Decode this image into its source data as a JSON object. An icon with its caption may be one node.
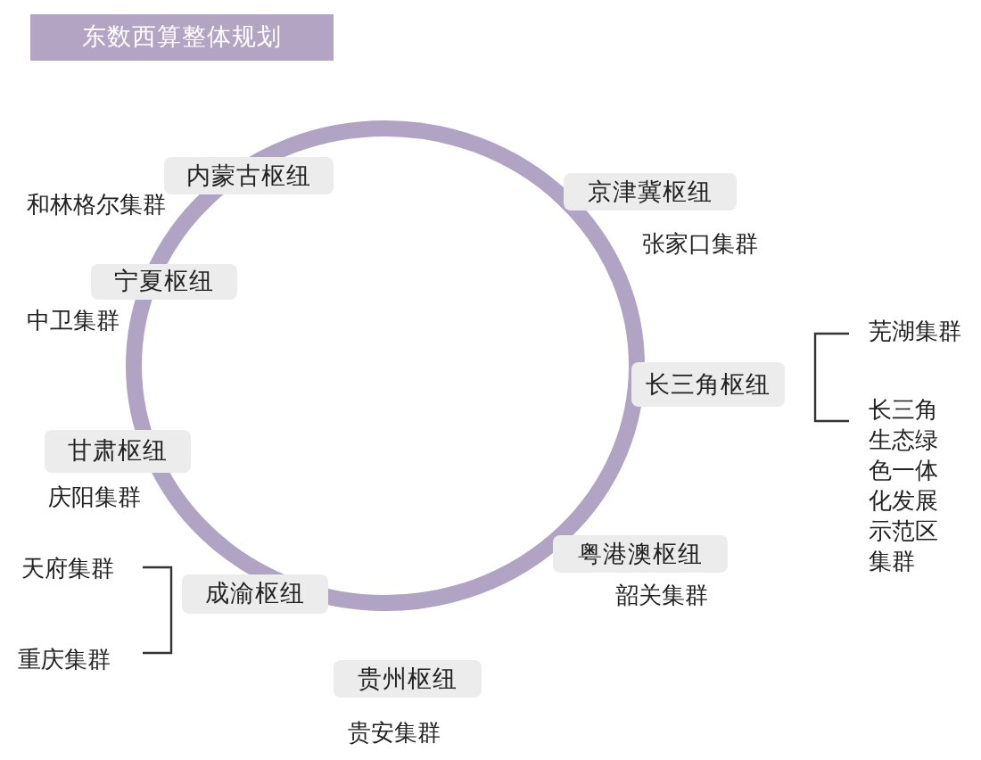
{
  "diagram": {
    "title": "东数西算整体规划",
    "nodes": [
      {
        "text": [
          "内蒙古枢纽"
        ],
        "beside": [
          "和林格尔集群"
        ]
      },
      {
        "text": [
          "京津冀枢纽"
        ],
        "beside": [
          "张家口集群"
        ]
      },
      {
        "text": [
          "宁夏枢纽"
        ],
        "beside": [
          "中卫集群"
        ]
      },
      {
        "text": [
          "长三角枢纽"
        ],
        "beside": [
          "芜湖集群",
          "长三角生态绿色一体化发展示范区集群"
        ]
      },
      {
        "text": [
          "甘肃枢纽"
        ],
        "beside": [
          "庆阳集群"
        ]
      },
      {
        "text": [
          "粤港澳枢纽"
        ],
        "beside": [
          "韶关集群"
        ]
      },
      {
        "text": [
          "成渝枢纽"
        ],
        "beside": [
          "天府集群",
          "重庆集群"
        ]
      },
      {
        "text": [
          "贵州枢纽"
        ],
        "beside": [
          "贵安集群"
        ]
      }
    ],
    "edges": []
  }
}
